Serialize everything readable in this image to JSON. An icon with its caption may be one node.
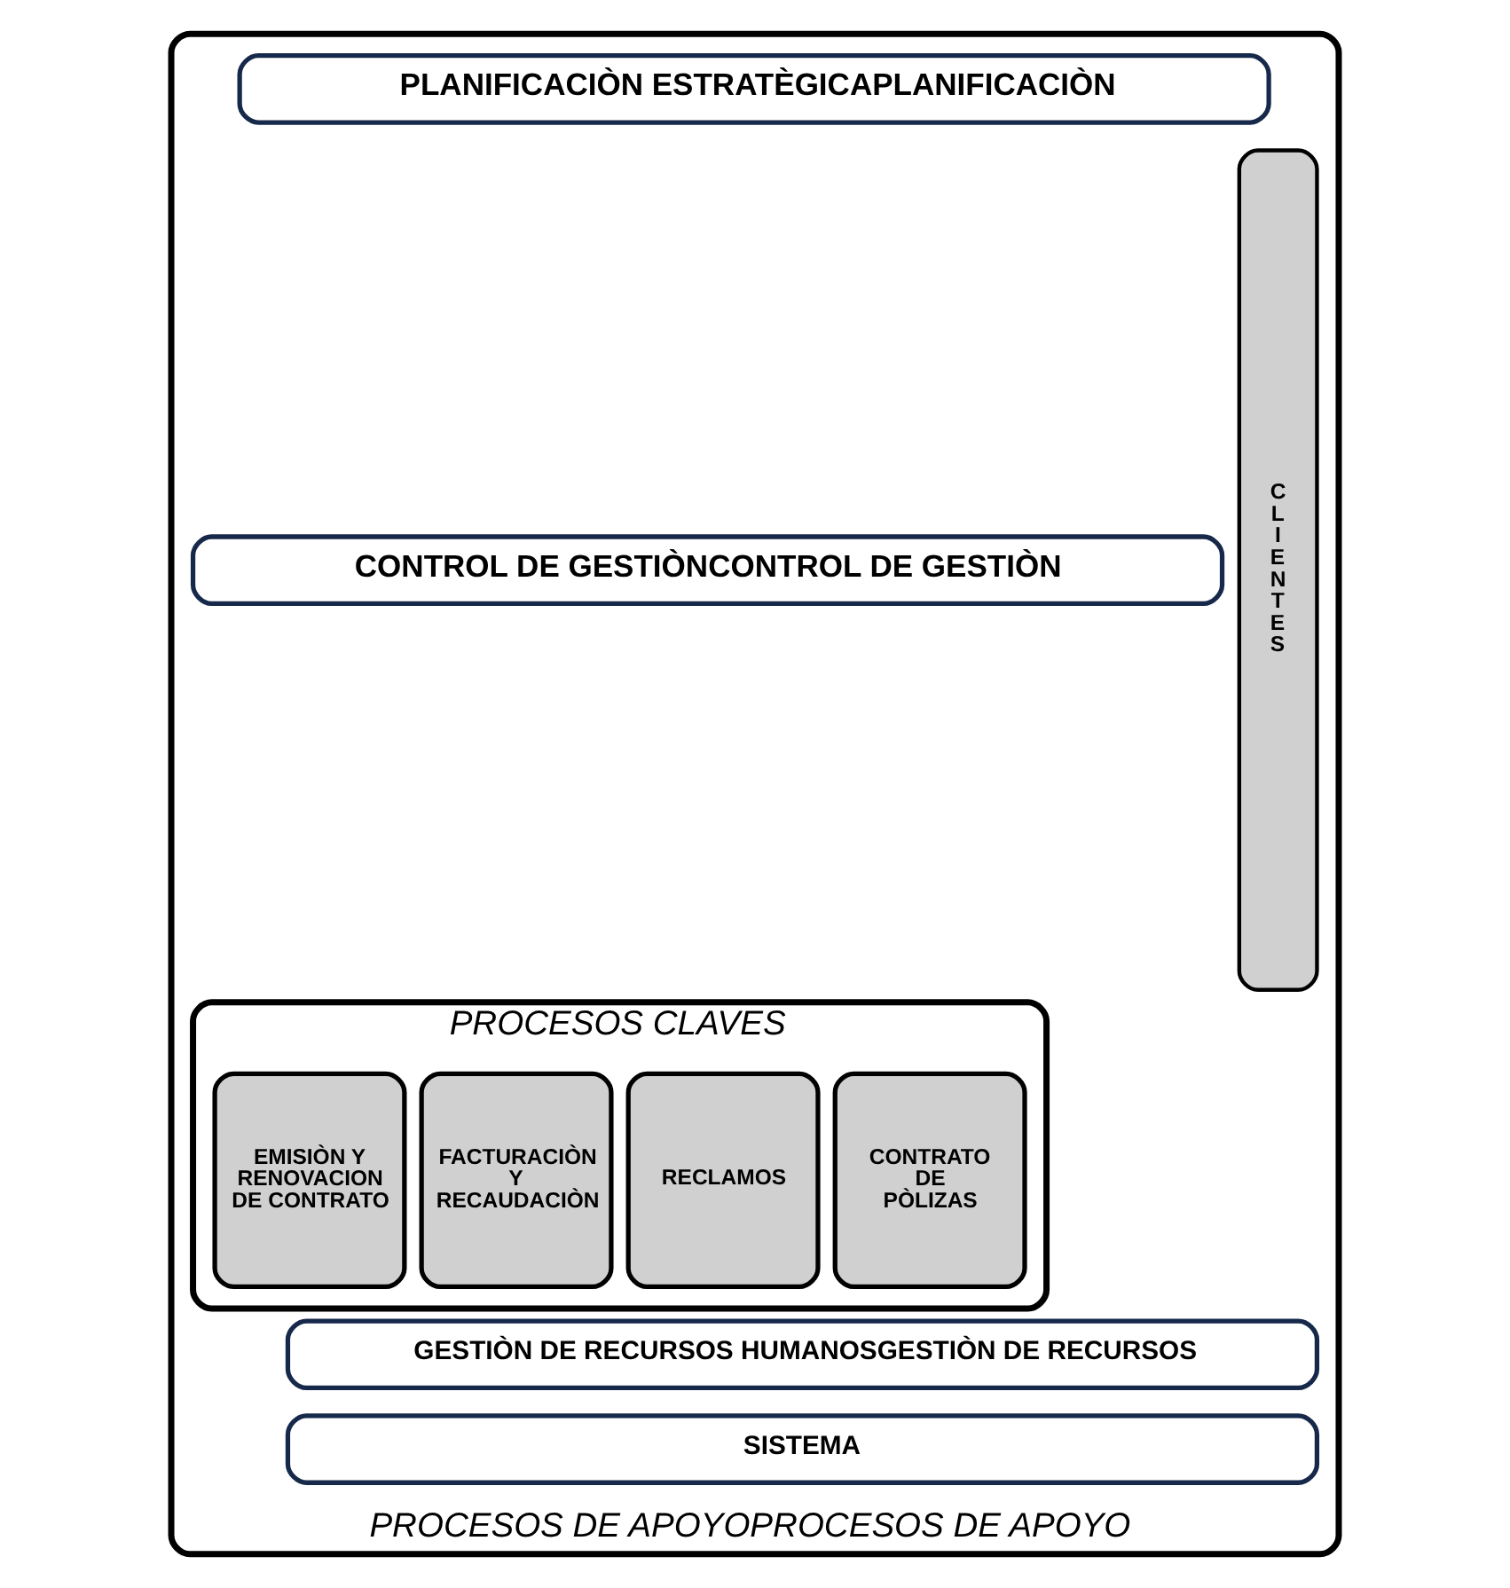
{
  "diagram": {
    "nodes": [
      {
        "text": [
          "PROCESOS DE APOYOPROCESOS DE APOYO"
        ]
      },
      {
        "text": [
          "PLANIFICACIÒN ESTRATÈGICAPLANIFICACIÒN"
        ],
        "in": 0
      },
      {
        "text": [
          "CONTROL DE GESTIÒNCONTROL DE GESTIÒN"
        ],
        "in": 0
      },
      {
        "text": [
          "PROCESOS CLAVES"
        ],
        "in": 0
      },
      {
        "text": [
          "CONTRATO DE PÒLIZAS"
        ],
        "in": 3
      },
      {
        "text": [
          "RECLAMOS"
        ],
        "in": 3
      },
      {
        "text": [
          "FACTURACIÒN Y RECAUDACIÒN"
        ],
        "in": 3
      },
      {
        "text": [
          "EMISIÒN Y RENOVACION DE CONTRATO"
        ],
        "in": 3
      },
      {
        "text": [
          "GESTIÒN DE RECURSOS HUMANOSGESTIÒN DE RECURSOS"
        ],
        "in": 0
      },
      {
        "text": [
          "SISTEMA"
        ],
        "in": 0
      },
      {
        "text": [
          "CLIENTES"
        ],
        "in": 0
      }
    ]
  }
}
